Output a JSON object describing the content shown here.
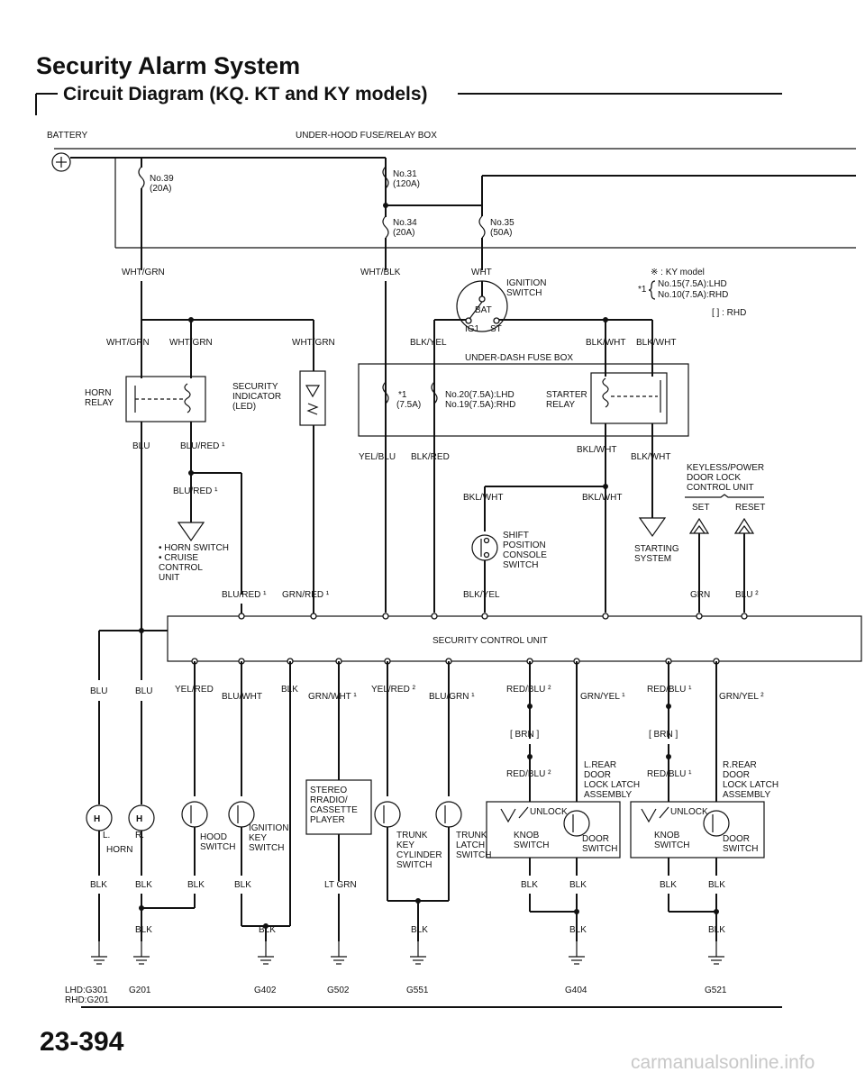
{
  "page": {
    "title": "Security Alarm System",
    "subtitle": "Circuit Diagram (KQ. KT and KY models)",
    "page_number": "23-394",
    "watermark": "carmanualsonline.info"
  },
  "notes": {
    "ky_model": "※ : KY model",
    "star1": "*1",
    "fuse_lhd": "No.15(7.5A):LHD",
    "fuse_rhd": "No.10(7.5A):RHD",
    "rhd": "[  ] : RHD"
  },
  "power": {
    "battery": "BATTERY",
    "underhood_box": "UNDER-HOOD FUSE/RELAY BOX",
    "fuse39": [
      "No.39",
      "(20A)"
    ],
    "fuse31": [
      "No.31",
      "(120A)"
    ],
    "fuse34": [
      "No.34",
      "(20A)"
    ],
    "fuse35": [
      "No.35",
      "(50A)"
    ],
    "ignition_switch": [
      "IGNITION",
      "SWITCH"
    ],
    "bat": "BAT",
    "ig1": "IG1",
    "st": "ST",
    "underdash_box": "UNDER-DASH FUSE BOX",
    "fuse_star": [
      "*1",
      "(7.5A)"
    ],
    "fuse20_19": [
      "No.20(7.5A):LHD",
      "No.19(7.5A):RHD"
    ],
    "starter_relay": [
      "STARTER",
      "RELAY"
    ]
  },
  "wires": {
    "wht_grn": "WHT/GRN",
    "wht_blk": "WHT/BLK",
    "wht": "WHT",
    "blk_yel": "BLK/YEL",
    "blk_wht": "BLK/WHT",
    "yel_blu": "YEL/BLU",
    "blk_red": "BLK/RED",
    "bkl_wht": "BKL/WHT",
    "blu": "BLU",
    "blu_red1": "BLU/RED ¹",
    "grn_red1": "GRN/RED ¹",
    "grn": "GRN",
    "blu2": "BLU ²",
    "yel_red": "YEL/RED",
    "blu_wht": "BLU/WHT",
    "blk": "BLK",
    "grn_wht1": "GRN/WHT ¹",
    "yel_red2": "YEL/RED ²",
    "blu_grn1": "BLU/GRN ¹",
    "red_blu2": "RED/BLU ²",
    "grn_yel1": "GRN/YEL ¹",
    "red_blu1": "RED/BLU ¹",
    "grn_yel2": "GRN/YEL ²",
    "brn": "[ BRN ]",
    "lt_grn": "LT GRN"
  },
  "components": {
    "horn_relay": [
      "HORN",
      "RELAY"
    ],
    "security_led": [
      "SECURITY",
      "INDICATOR",
      "(LED)"
    ],
    "horn_switch": [
      "• HORN SWITCH",
      "• CRUISE",
      "  CONTROL",
      "  UNIT"
    ],
    "keyless": [
      "KEYLESS/POWER",
      "DOOR LOCK",
      "CONTROL UNIT"
    ],
    "set": "SET",
    "reset": "RESET",
    "shift_switch": [
      "SHIFT",
      "POSITION",
      "CONSOLE",
      "SWITCH"
    ],
    "starting_system": [
      "STARTING",
      "SYSTEM"
    ],
    "security_unit": "SECURITY CONTROL UNIT",
    "horn_l": "L.",
    "horn_r": "R.",
    "horn": "HORN",
    "hood_switch": [
      "HOOD",
      "SWITCH"
    ],
    "ignition_key_switch": [
      "IGNITION",
      "KEY",
      "SWITCH"
    ],
    "stereo": [
      "STEREO",
      "RRADIO/",
      "CASSETTE",
      "PLAYER"
    ],
    "trunk_key": [
      "TRUNK",
      "KEY",
      "CYLINDER",
      "SWITCH"
    ],
    "trunk_latch": [
      "TRUNK",
      "LATCH",
      "SWITCH"
    ],
    "lrear": [
      "L.REAR",
      "DOOR",
      "LOCK LATCH",
      "ASSEMBLY"
    ],
    "rrear": [
      "R.REAR",
      "DOOR",
      "LOCK LATCH",
      "ASSEMBLY"
    ],
    "unlock": "UNLOCK",
    "knob_switch": [
      "KNOB",
      "SWITCH"
    ],
    "door_switch": [
      "DOOR",
      "SWITCH"
    ]
  },
  "grounds": {
    "lhd_rhd": [
      "LHD:G301",
      "RHD:G201"
    ],
    "g201": "G201",
    "g402": "G402",
    "g502": "G502",
    "g551": "G551",
    "g404": "G404",
    "g521": "G521"
  }
}
